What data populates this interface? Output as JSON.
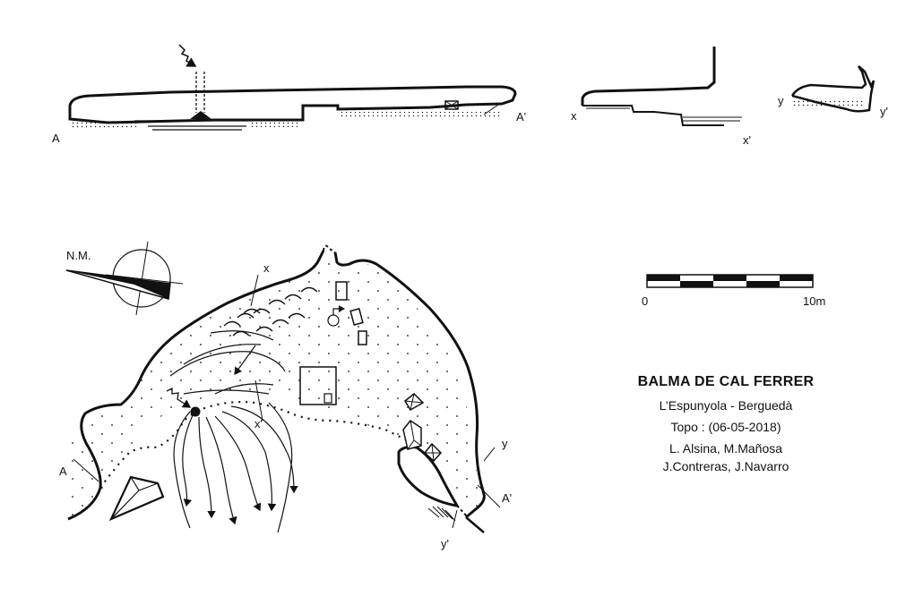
{
  "title": "BALMA DE CAL FERRER",
  "location": "L’Espunyola - Berguedà",
  "survey_date": "Topo : (06-05-2018)",
  "authors_line1": "L. Alsina, M.Mañosa",
  "authors_line2": "J.Contreras, J.Navarro",
  "north_label": "N.M.",
  "scale": {
    "start": "0",
    "end": "10m"
  },
  "section_labels": {
    "a": "A",
    "a_prime": "A'",
    "x": "x",
    "x_prime": "x'",
    "y": "y",
    "y_prime": "y'"
  },
  "colors": {
    "ink": "#111111",
    "background": "#ffffff"
  }
}
